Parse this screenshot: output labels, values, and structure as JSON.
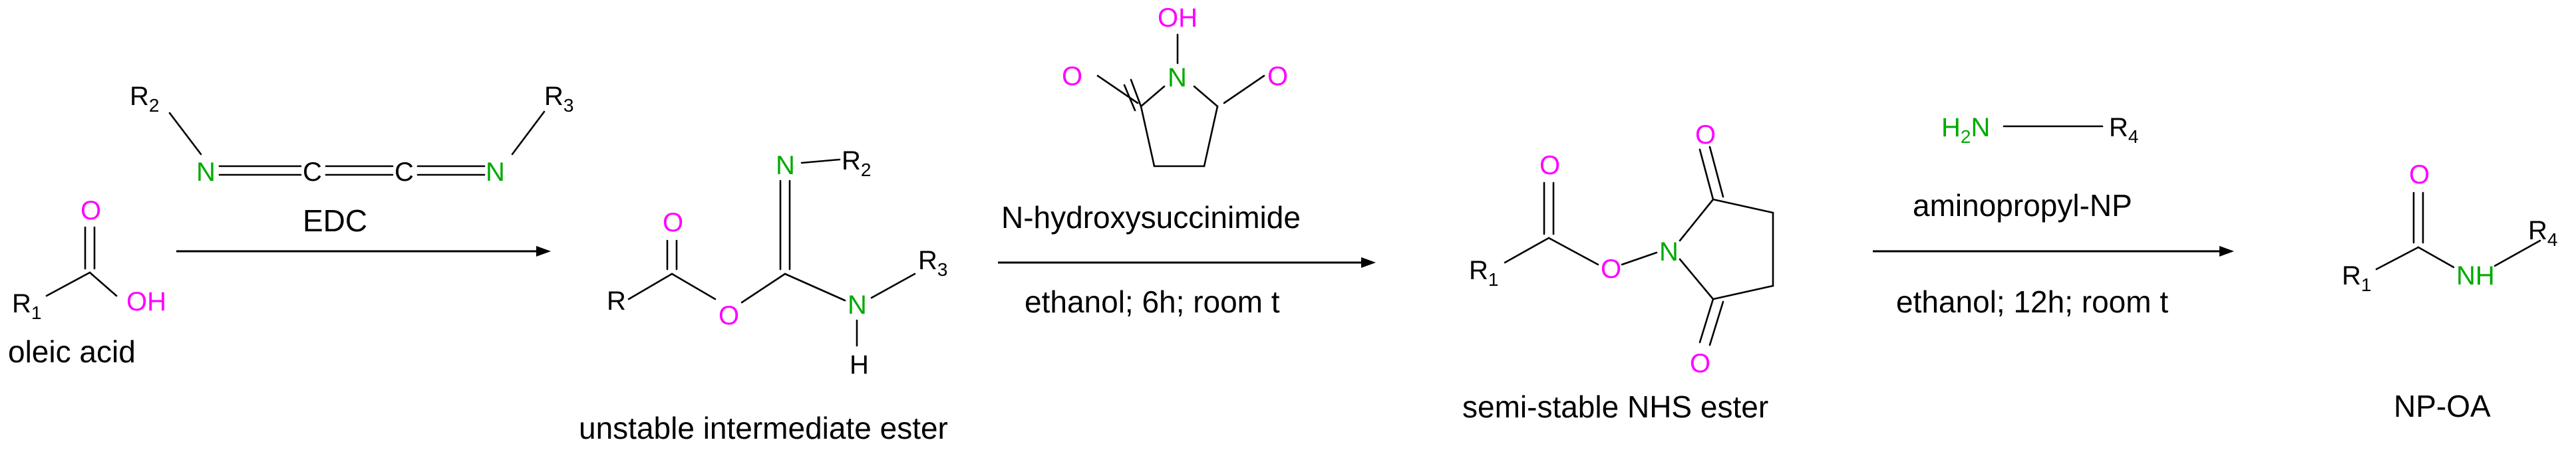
{
  "colors": {
    "oxygen": "#ff00ff",
    "nitrogen": "#00aa00",
    "carbon": "#000000",
    "bond": "#000000"
  },
  "atoms": {
    "O": "O",
    "OH": "OH",
    "N": "N",
    "H": "H",
    "H2N_H": "H",
    "H2N_sub": "2",
    "H2N_N": "N",
    "NH": "NH",
    "C": "C",
    "R": "R",
    "R_letter": "R",
    "sub1": "1",
    "sub2": "2",
    "sub3": "3",
    "sub4": "4"
  },
  "captions": {
    "oleic_acid": "oleic acid",
    "edc": "EDC",
    "intermediate": "unstable intermediate ester",
    "nhs_ester": "semi-stable NHS ester",
    "product": "NP-OA"
  },
  "conditions": {
    "step2_reagent": "N-hydroxysuccinimide",
    "step2_conditions": "ethanol; 6h; room t",
    "step3_reagent": "aminopropyl-NP",
    "step3_conditions": "ethanol; 12h; room t"
  }
}
